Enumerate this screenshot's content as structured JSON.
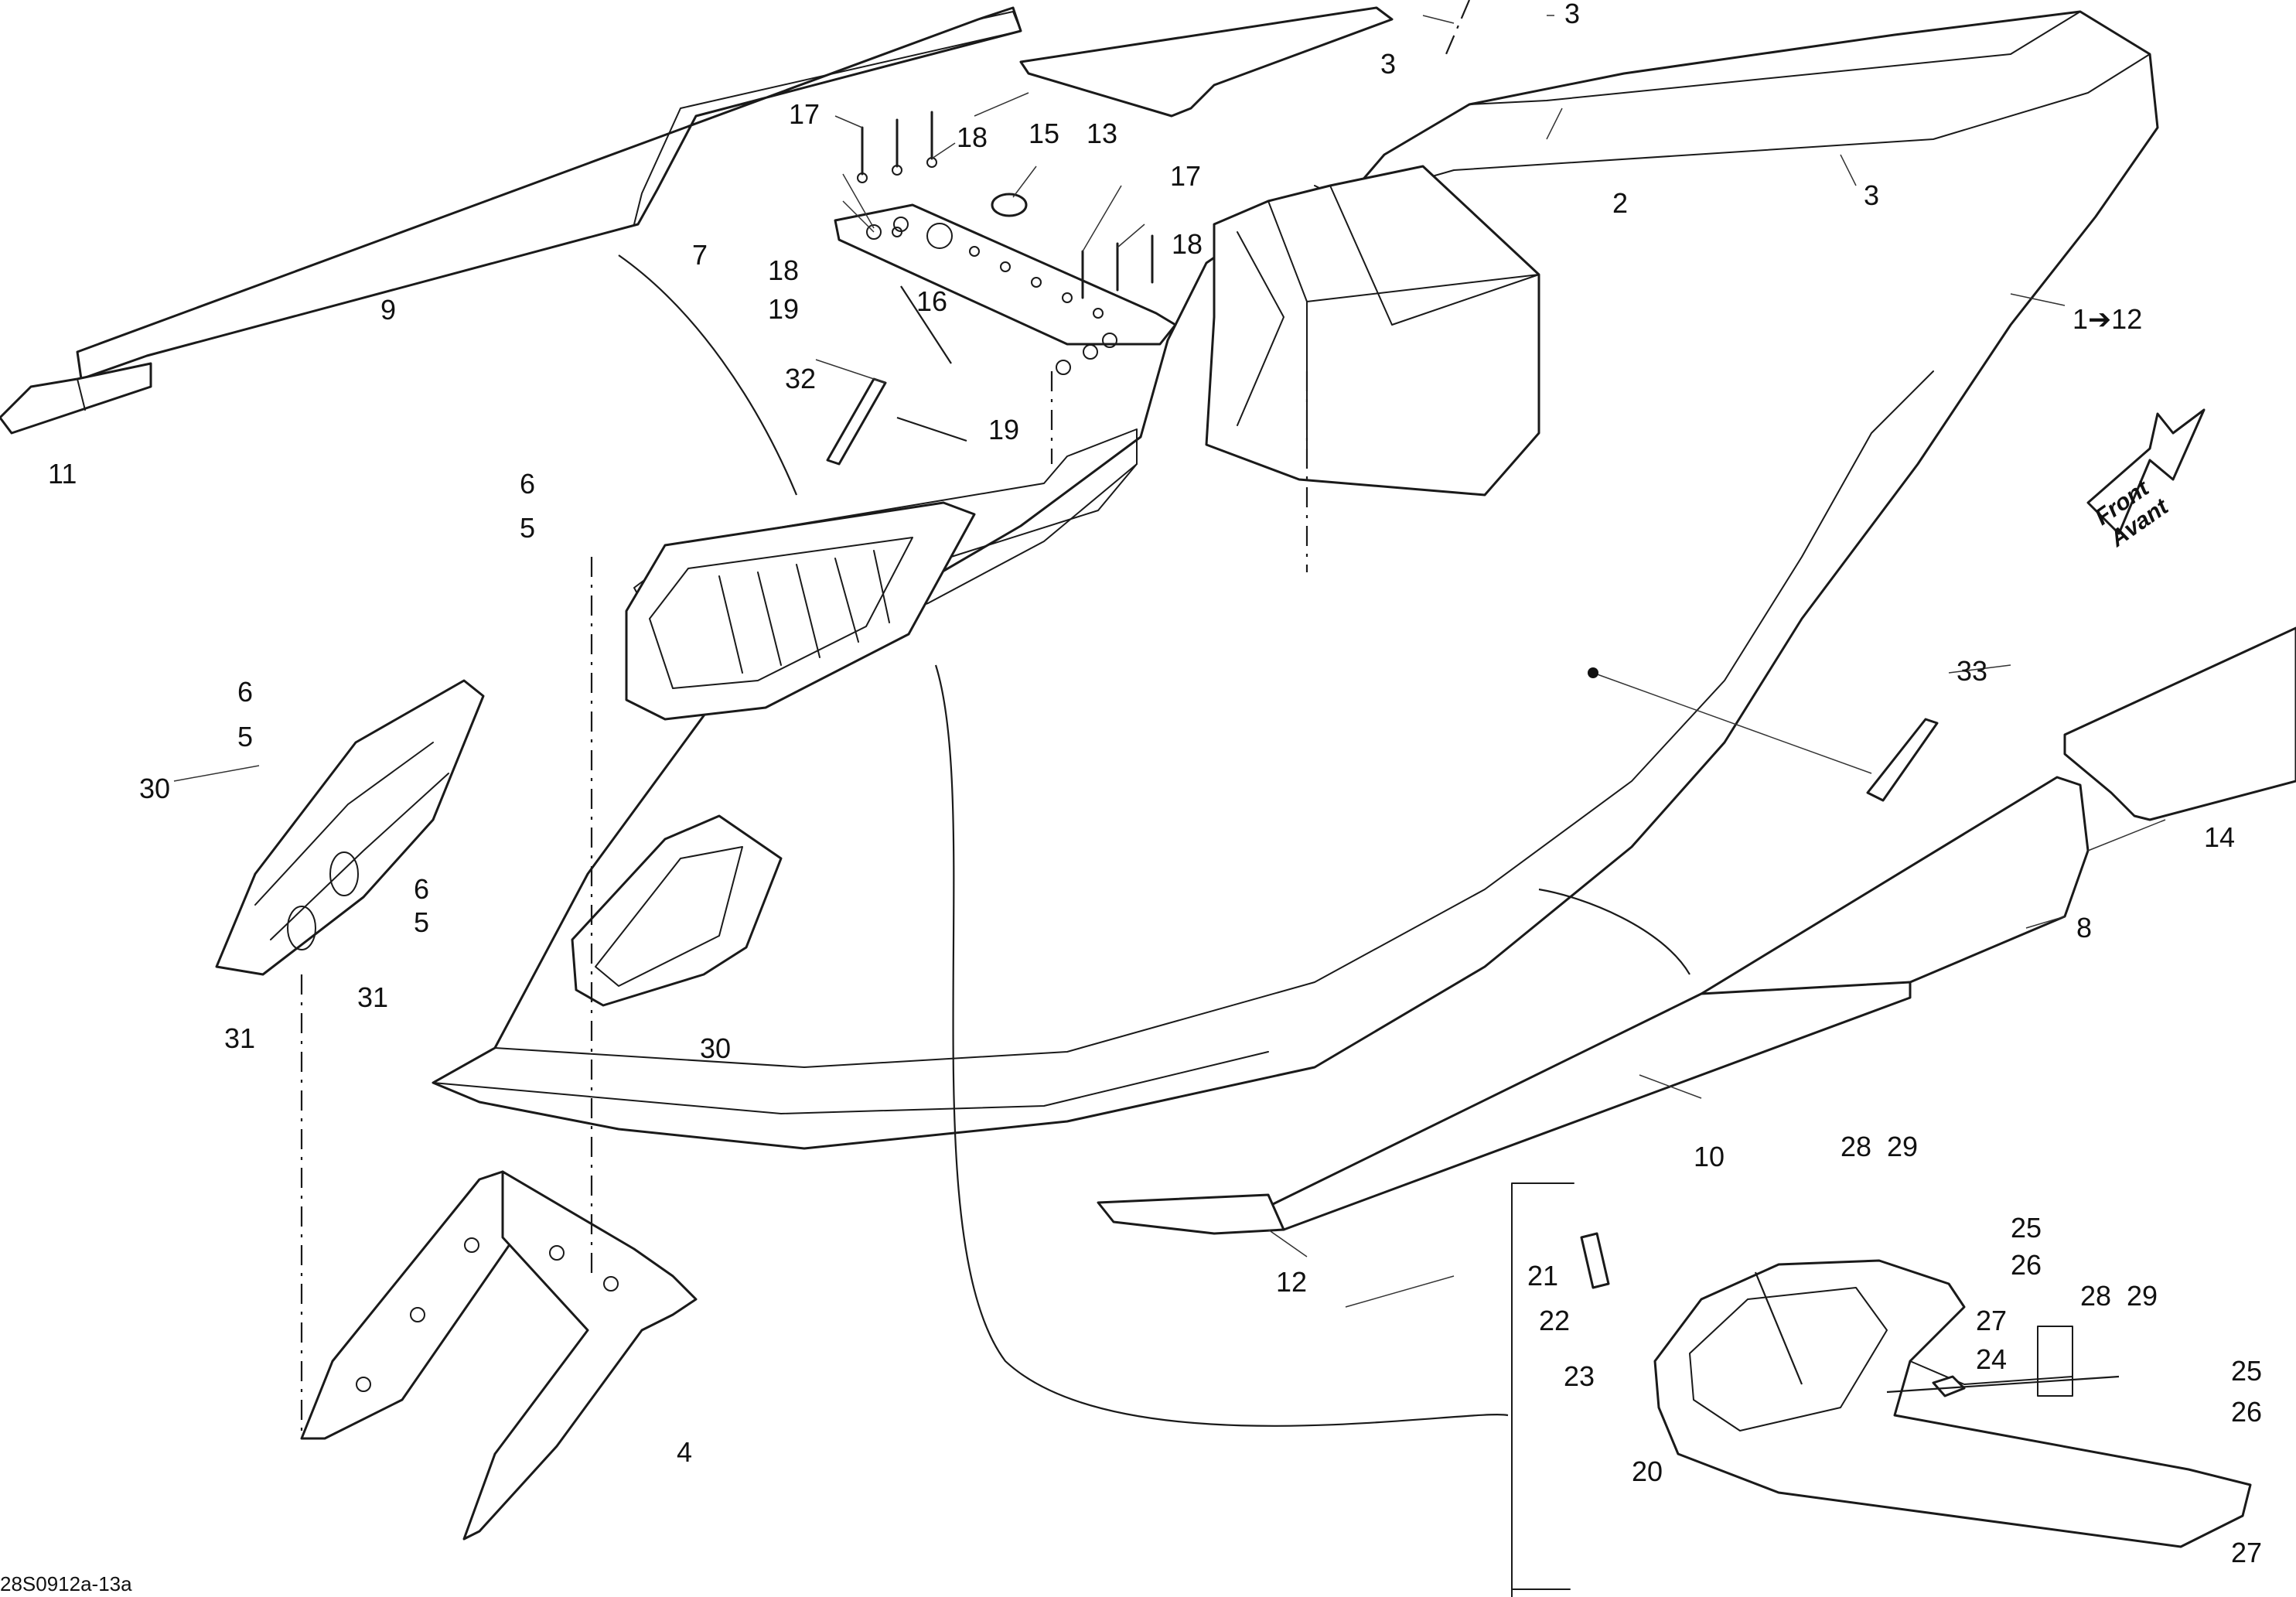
{
  "diagram": {
    "reference_code": "28S0912a-13a",
    "front_label_line1": "Front",
    "front_label_line2": "Avant",
    "callouts": [
      {
        "id": "c3a",
        "text": "3"
      },
      {
        "id": "c3b",
        "text": "3"
      },
      {
        "id": "c3c",
        "text": "3"
      },
      {
        "id": "c13",
        "text": "13"
      },
      {
        "id": "c17a",
        "text": "17"
      },
      {
        "id": "c18a",
        "text": "18"
      },
      {
        "id": "c15",
        "text": "15"
      },
      {
        "id": "c2",
        "text": "2"
      },
      {
        "id": "c7",
        "text": "7"
      },
      {
        "id": "c17b",
        "text": "17"
      },
      {
        "id": "c18b",
        "text": "18"
      },
      {
        "id": "c18c",
        "text": "18"
      },
      {
        "id": "c19a",
        "text": "19"
      },
      {
        "id": "c16",
        "text": "16"
      },
      {
        "id": "c9",
        "text": "9"
      },
      {
        "id": "c1to12",
        "text": "1➔12"
      },
      {
        "id": "c32",
        "text": "32"
      },
      {
        "id": "c19b",
        "text": "19"
      },
      {
        "id": "c11",
        "text": "11"
      },
      {
        "id": "c6a",
        "text": "6"
      },
      {
        "id": "c5a",
        "text": "5"
      },
      {
        "id": "c6b",
        "text": "6"
      },
      {
        "id": "c5b",
        "text": "5"
      },
      {
        "id": "c30a",
        "text": "30"
      },
      {
        "id": "c33",
        "text": "33"
      },
      {
        "id": "c14",
        "text": "14"
      },
      {
        "id": "c6c",
        "text": "6"
      },
      {
        "id": "c5c",
        "text": "5"
      },
      {
        "id": "c8",
        "text": "8"
      },
      {
        "id": "c31a",
        "text": "31"
      },
      {
        "id": "c31b",
        "text": "31"
      },
      {
        "id": "c30b",
        "text": "30"
      },
      {
        "id": "c10",
        "text": "10"
      },
      {
        "id": "c28a",
        "text": "28"
      },
      {
        "id": "c29a",
        "text": "29"
      },
      {
        "id": "c25a",
        "text": "25"
      },
      {
        "id": "c26a",
        "text": "26"
      },
      {
        "id": "c12",
        "text": "12"
      },
      {
        "id": "c21",
        "text": "21"
      },
      {
        "id": "c22",
        "text": "22"
      },
      {
        "id": "c27a",
        "text": "27"
      },
      {
        "id": "c28b",
        "text": "28"
      },
      {
        "id": "c29b",
        "text": "29"
      },
      {
        "id": "c23",
        "text": "23"
      },
      {
        "id": "c24",
        "text": "24"
      },
      {
        "id": "c25b",
        "text": "25"
      },
      {
        "id": "c26b",
        "text": "26"
      },
      {
        "id": "c4",
        "text": "4"
      },
      {
        "id": "c20",
        "text": "20"
      },
      {
        "id": "c27b",
        "text": "27"
      }
    ]
  }
}
